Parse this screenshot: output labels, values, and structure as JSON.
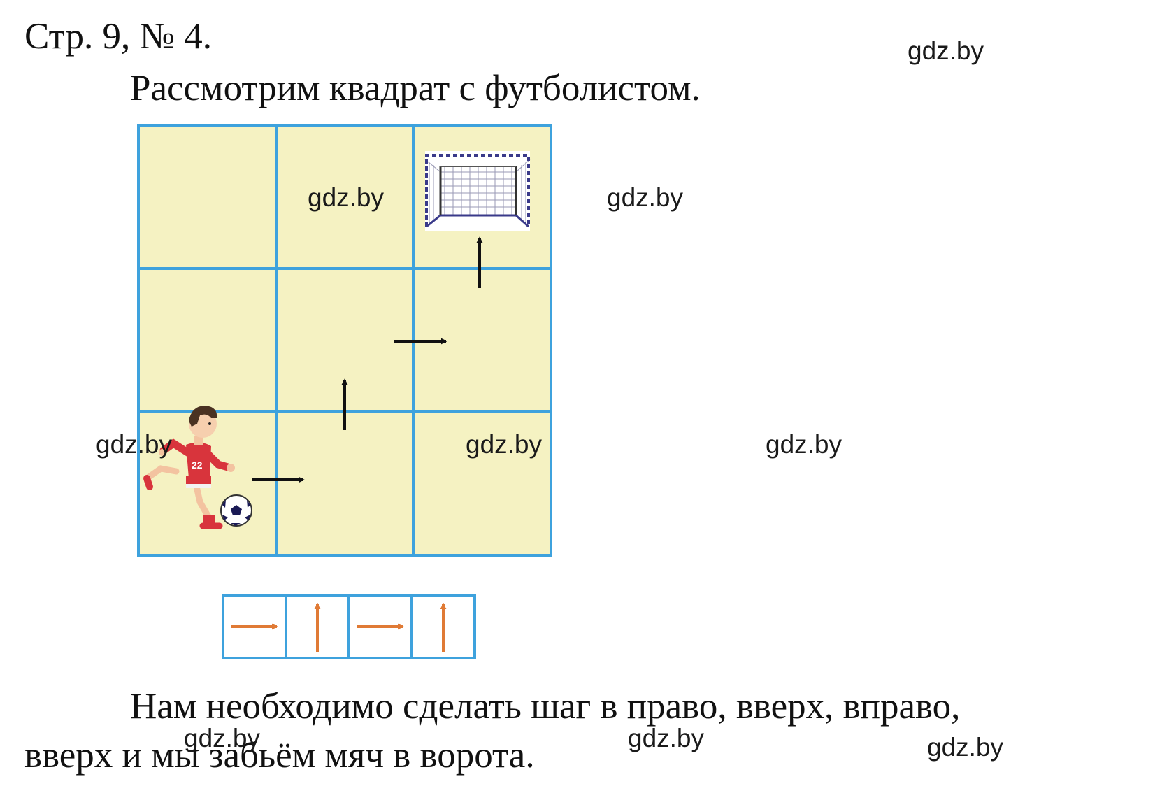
{
  "heading": "Стр. 9, № 4.",
  "intro": "Рассмотрим квадрат с футболистом.",
  "conclusion_line1": "Нам необходимо сделать шаг в право, вверх, вправо,",
  "conclusion_line2": "вверх и мы забьём мяч в ворота.",
  "watermark": "gdz.by",
  "player_number": "22",
  "colors": {
    "field": "#f5f2c2",
    "grid_lines": "#3ea2dd",
    "path_arrows": "#111111",
    "sequence_arrows": "#e07a35",
    "jersey": "#d8343c"
  },
  "field_grid": {
    "rows": 3,
    "cols": 3
  },
  "icons": [
    "football-player-icon",
    "soccer-ball-icon",
    "goal-net-icon",
    "arrow-right-icon",
    "arrow-up-icon"
  ],
  "path_arrows": [
    "right",
    "up",
    "right",
    "up"
  ],
  "sequence_cards": [
    "right",
    "up",
    "right",
    "up"
  ]
}
